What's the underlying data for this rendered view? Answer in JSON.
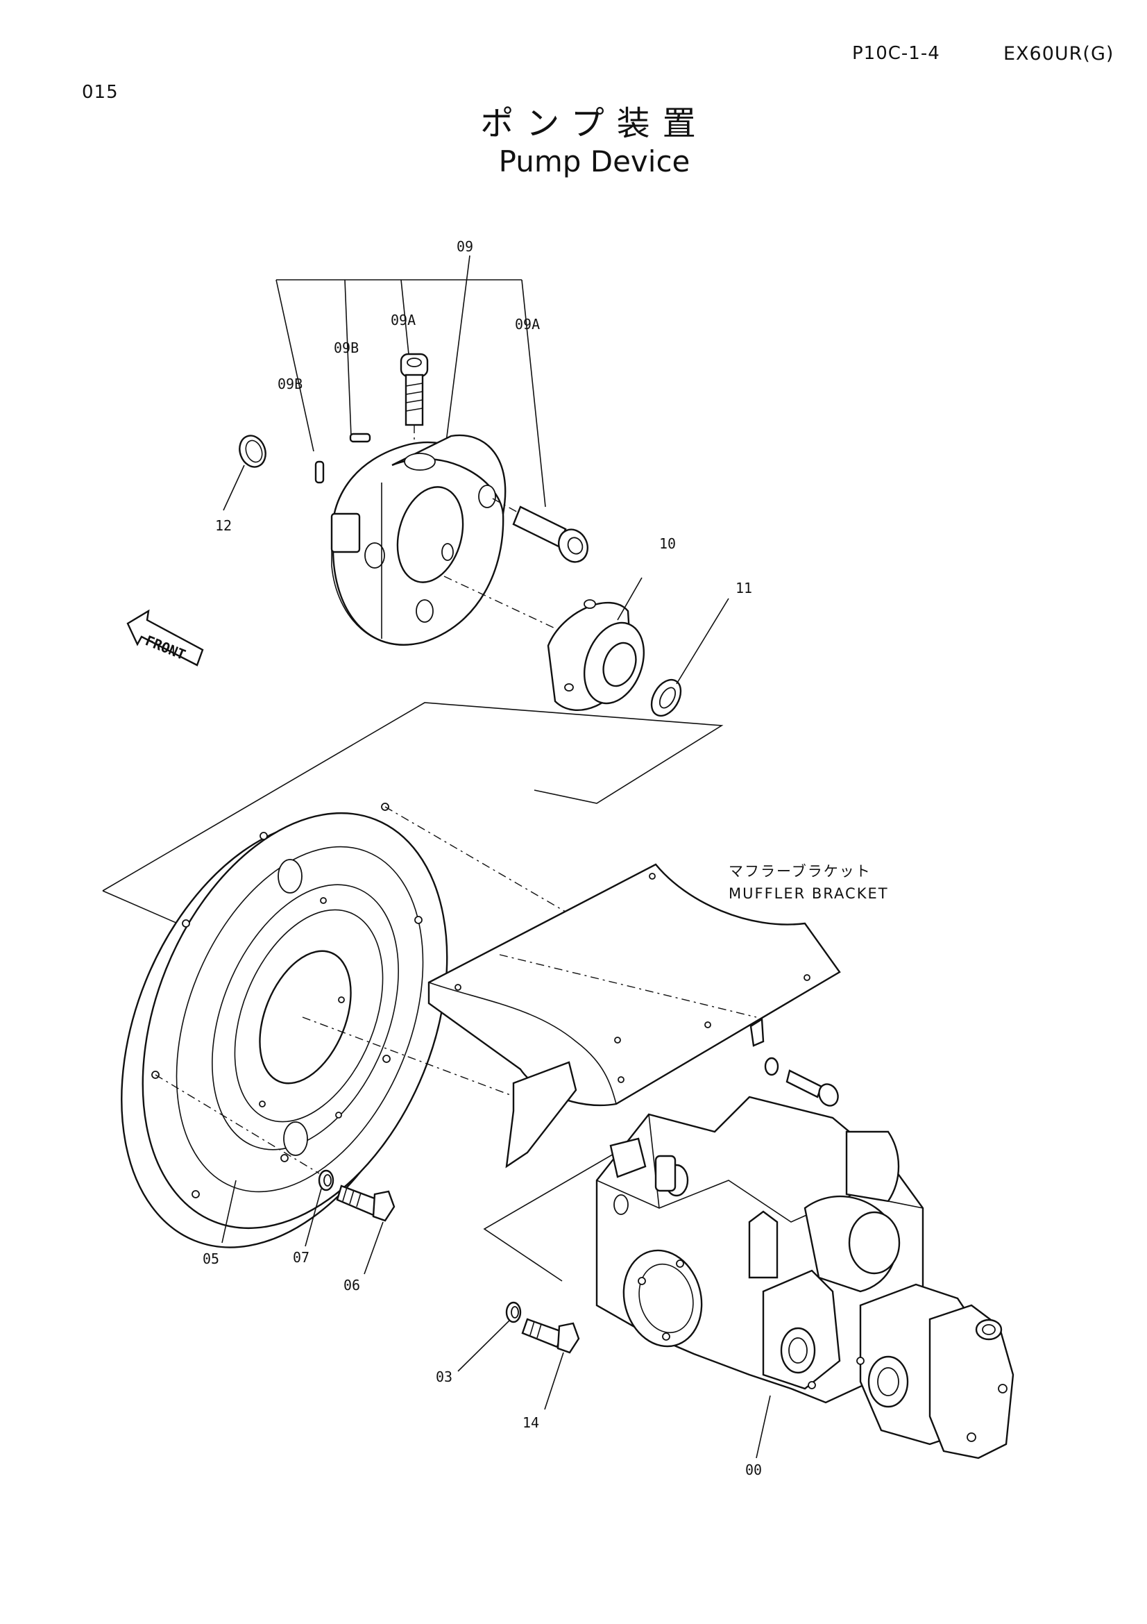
{
  "header": {
    "page_code": "015",
    "section_ref": "P10C-1-4",
    "model": "EX60UR(G)"
  },
  "title": {
    "japanese": "ポンプ装置",
    "english": "Pump Device"
  },
  "front_marker": "FRONT",
  "muffler_bracket": {
    "japanese": "マフラーブラケット",
    "english": "MUFFLER BRACKET"
  },
  "parts": {
    "p00": "00",
    "p03": "03",
    "p05": "05",
    "p06": "06",
    "p07": "07",
    "p09": "09",
    "p09A_a": "09A",
    "p09A_b": "09A",
    "p09B_a": "09B",
    "p09B_b": "09B",
    "p10": "10",
    "p11": "11",
    "p12": "12",
    "p14": "14"
  }
}
